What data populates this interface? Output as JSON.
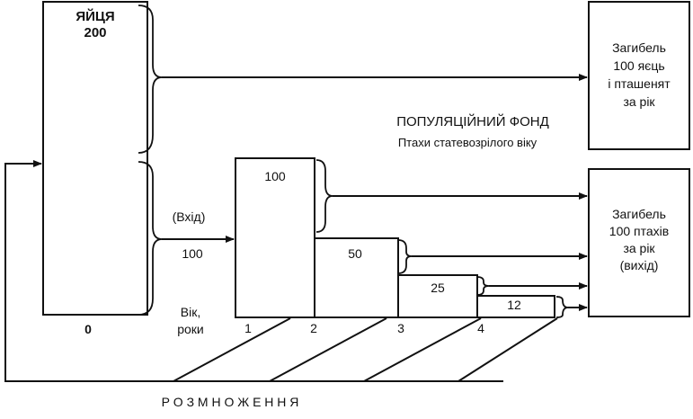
{
  "eggs": {
    "label": "ЯЙЦЯ",
    "count": "200",
    "age_zero": "0"
  },
  "egg_death": {
    "lines": [
      "Загибель",
      "100 яєць",
      "і пташенят",
      "за рік"
    ]
  },
  "population": {
    "title": "ПОПУЛЯЦІЙНИЙ ФОНД",
    "subtitle": "Птахи статевозрілого віку"
  },
  "input": {
    "label": "(Вхід)",
    "count": "100"
  },
  "age_axis": {
    "label_line1": "Вік,",
    "label_line2": "роки",
    "ticks": [
      "1",
      "2",
      "3",
      "4"
    ]
  },
  "age_bars": {
    "values": [
      "100",
      "50",
      "25",
      "12"
    ]
  },
  "bird_death": {
    "lines": [
      "Загибель",
      "100 птахів",
      "за рік",
      "(вихід)"
    ]
  },
  "reproduction": {
    "label": "Р О З М Н О Ж Е Н Н Я"
  }
}
